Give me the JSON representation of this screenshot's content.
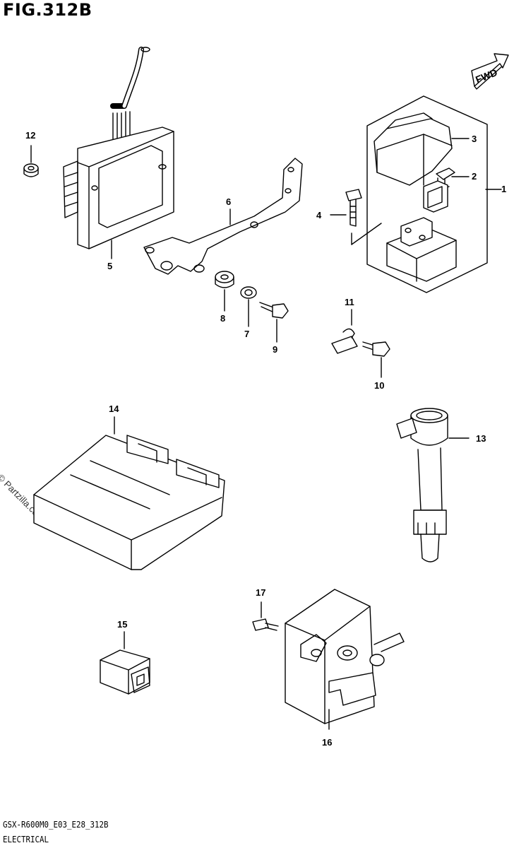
{
  "header": {
    "title": "FIG.312B"
  },
  "fwd_label": "FWD",
  "watermark": "© Partzilla.com",
  "footer": {
    "code": "GSX-R600M0_E03_E28_312B",
    "name": "ELECTRICAL"
  },
  "callouts": [
    "1",
    "2",
    "3",
    "4",
    "5",
    "6",
    "7",
    "8",
    "9",
    "10",
    "11",
    "12",
    "13",
    "14",
    "15",
    "16",
    "17"
  ]
}
